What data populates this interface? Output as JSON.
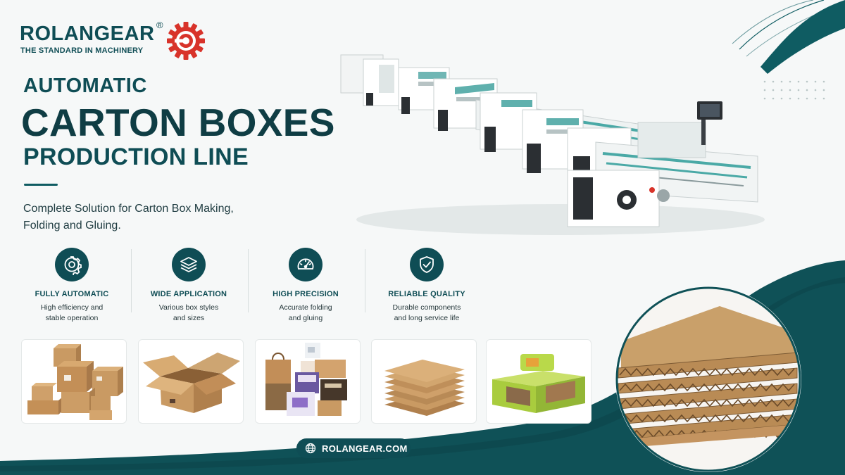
{
  "brand": {
    "name": "ROLANGEAR",
    "registered_mark": "®",
    "tagline": "THE STANDARD IN MACHINERY"
  },
  "headline": {
    "line1": "AUTOMATIC",
    "line2": "CARTON BOXES",
    "line3": "PRODUCTION LINE"
  },
  "subheadline": "Complete Solution for Carton Box Making, Folding and Gluing.",
  "features": [
    {
      "icon": "gear-icon",
      "title": "FULLY AUTOMATIC",
      "desc_line1": "High efficiency and",
      "desc_line2": "stable operation"
    },
    {
      "icon": "layers-icon",
      "title": "WIDE APPLICATION",
      "desc_line1": "Various box styles",
      "desc_line2": "and sizes"
    },
    {
      "icon": "gauge-icon",
      "title": "HIGH PRECISION",
      "desc_line1": "Accurate folding",
      "desc_line2": "and gluing"
    },
    {
      "icon": "shield-check-icon",
      "title": "RELIABLE QUALITY",
      "desc_line1": "Durable components",
      "desc_line2": "and long service life"
    }
  ],
  "product_images": [
    "carton-stack",
    "open-box",
    "assorted-packaging",
    "flat-board-stack",
    "green-retail-boxes"
  ],
  "website": "ROLANGEAR.COM",
  "colors": {
    "primary": "#0f4d55",
    "dark": "#0f3d44",
    "accent_red": "#d8332a",
    "kraft": "#c99a63"
  }
}
